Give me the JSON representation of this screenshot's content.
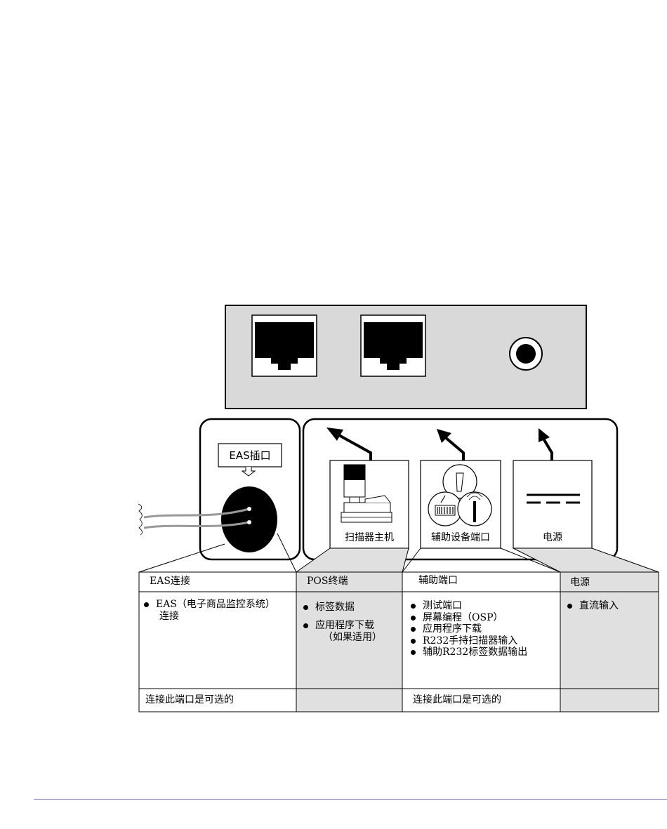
{
  "eas_socket_label": "EAS插口",
  "ports": {
    "scanner_host": "扫描器主机",
    "aux_device_port": "辅助设备端口",
    "power": "电源"
  },
  "table": {
    "headers": [
      "EAS连接",
      "POS终端",
      "辅助端口",
      "电源"
    ],
    "eas_items": [
      "EAS（电子商品监控系统）",
      "连接"
    ],
    "pos_items": [
      "标签数据",
      "应用程序下载",
      "（如果适用）"
    ],
    "aux_items": [
      "测试端口",
      "屏幕编程（OSP）",
      "应用程序下载",
      "R232手持扫描器输入",
      "辅助R232标签数据输出"
    ],
    "power_items": [
      "直流输入"
    ],
    "footer": [
      "连接此端口是可选的",
      "",
      "连接此端口是可选的",
      ""
    ]
  },
  "colors": {
    "panel_gray": "#d9d9d9",
    "cell_gray": "#e0e0e0",
    "rule_blue": "#6a6aa8"
  }
}
